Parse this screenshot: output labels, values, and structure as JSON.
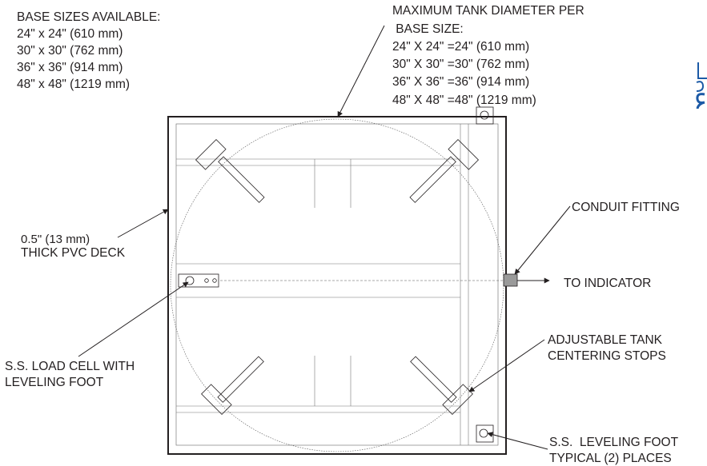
{
  "base_sizes": {
    "heading": "BASE SIZES AVAILABLE:",
    "lines": [
      "24\" x 24\" (610 mm)",
      "30\" x 30\" (762 mm)",
      "36\" x 36\" (914 mm)",
      "48\" x 48\" (1219 mm)"
    ]
  },
  "max_diameter": {
    "heading_line1": "MAXIMUM TANK DIAMETER PER",
    "heading_line2": " BASE SIZE:",
    "lines": [
      "24\" X 24\" =24\" (610 mm)",
      "30\" X 30\" =30\" (762 mm)",
      "36\" X 36\" =36\" (914 mm)",
      "48\" X 48\" =48\" (1219 mm)"
    ]
  },
  "callouts": {
    "deck_line1": "0.5\" (13 mm)",
    "deck_line2": "THICK PVC DECK",
    "conduit": "CONDUIT FITTING",
    "indicator": "TO INDICATOR",
    "load_cell_line1": "S.S. LOAD CELL WITH",
    "load_cell_line2": "LEVELING FOOT",
    "stops_line1": "ADJUSTABLE TANK",
    "stops_line2": "CENTERING STOPS",
    "foot_line1": "S.S.  LEVELING FOOT",
    "foot_line2": "TYPICAL (2) PLACES"
  },
  "colors": {
    "ink": "#231f20",
    "accent": "#1c5aa6"
  }
}
